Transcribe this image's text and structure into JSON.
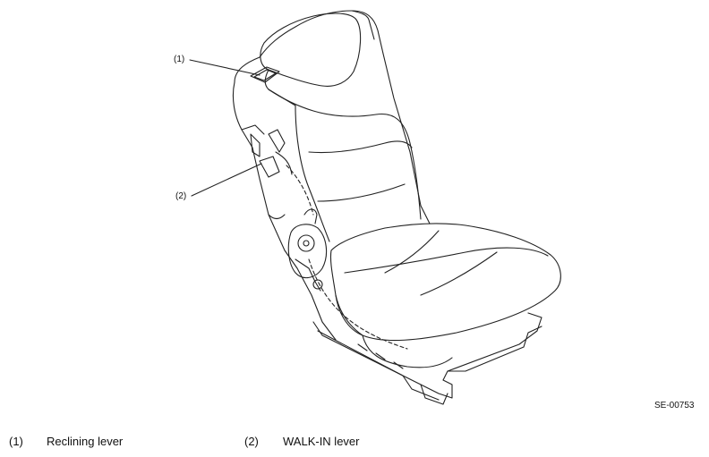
{
  "callouts": [
    {
      "num": "(1)"
    },
    {
      "num": "(2)"
    }
  ],
  "figure_code": "SE-00753",
  "legend": [
    {
      "num": "(1)",
      "text": "Reclining lever"
    },
    {
      "num": "(2)",
      "text": "WALK-IN lever"
    }
  ]
}
